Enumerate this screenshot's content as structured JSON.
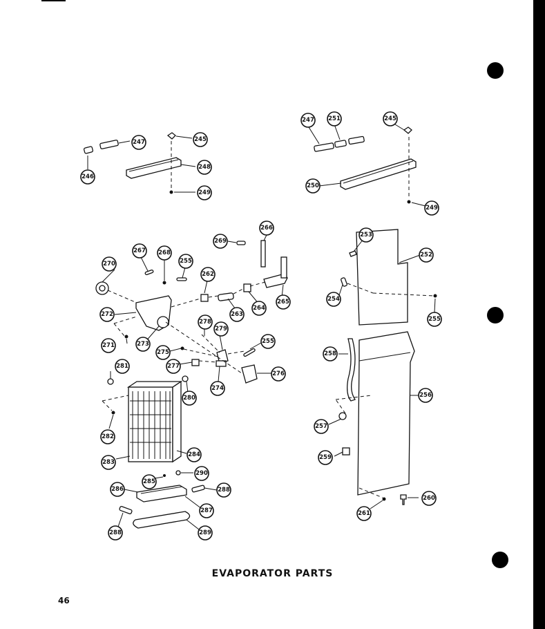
{
  "diagram": {
    "title": "EVAPORATOR PARTS",
    "page_number": "46",
    "callouts": {
      "c246": "246",
      "c247a": "247",
      "c245a": "245",
      "c248": "248",
      "c249a": "249",
      "c247b": "247",
      "c251a": "251",
      "c245b": "245",
      "c250": "250",
      "c249b": "249",
      "c269": "269",
      "c266": "266",
      "c267": "267",
      "c268": "268",
      "c255a": "255",
      "c270": "270",
      "c262": "262",
      "c272": "272",
      "c263": "263",
      "c264": "264",
      "c265": "265",
      "c253": "253",
      "c252": "252",
      "c254": "254",
      "c255b": "255",
      "c271": "271",
      "c273": "273",
      "c278": "278",
      "c279": "279",
      "c275": "275",
      "c255c": "255",
      "c277": "277",
      "c274": "274",
      "c276": "276",
      "c258": "258",
      "c281": "281",
      "c280": "280",
      "c256": "256",
      "c282": "282",
      "c257": "257",
      "c283": "283",
      "c284": "284",
      "c259": "259",
      "c285": "285",
      "c290": "290",
      "c286": "286",
      "c288a": "288",
      "c287": "287",
      "c260": "260",
      "c261": "261",
      "c288b": "288",
      "c289": "289"
    }
  }
}
